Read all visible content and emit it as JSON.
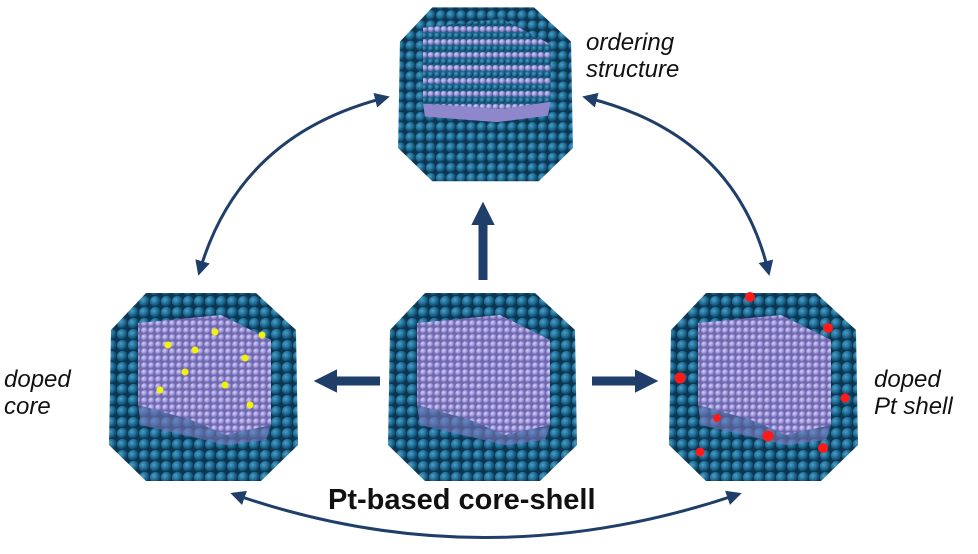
{
  "labels": {
    "top": [
      "ordering",
      "structure"
    ],
    "left": [
      "doped",
      "core"
    ],
    "right": [
      "doped",
      "Pt shell"
    ],
    "center": "Pt-based core-shell"
  },
  "colors": {
    "shell": "#1d6a94",
    "core": "#9a92d8",
    "arrow": "#1f3e69",
    "dopant_core": "#f2f20a",
    "dopant_shell": "#ff1a1a"
  }
}
